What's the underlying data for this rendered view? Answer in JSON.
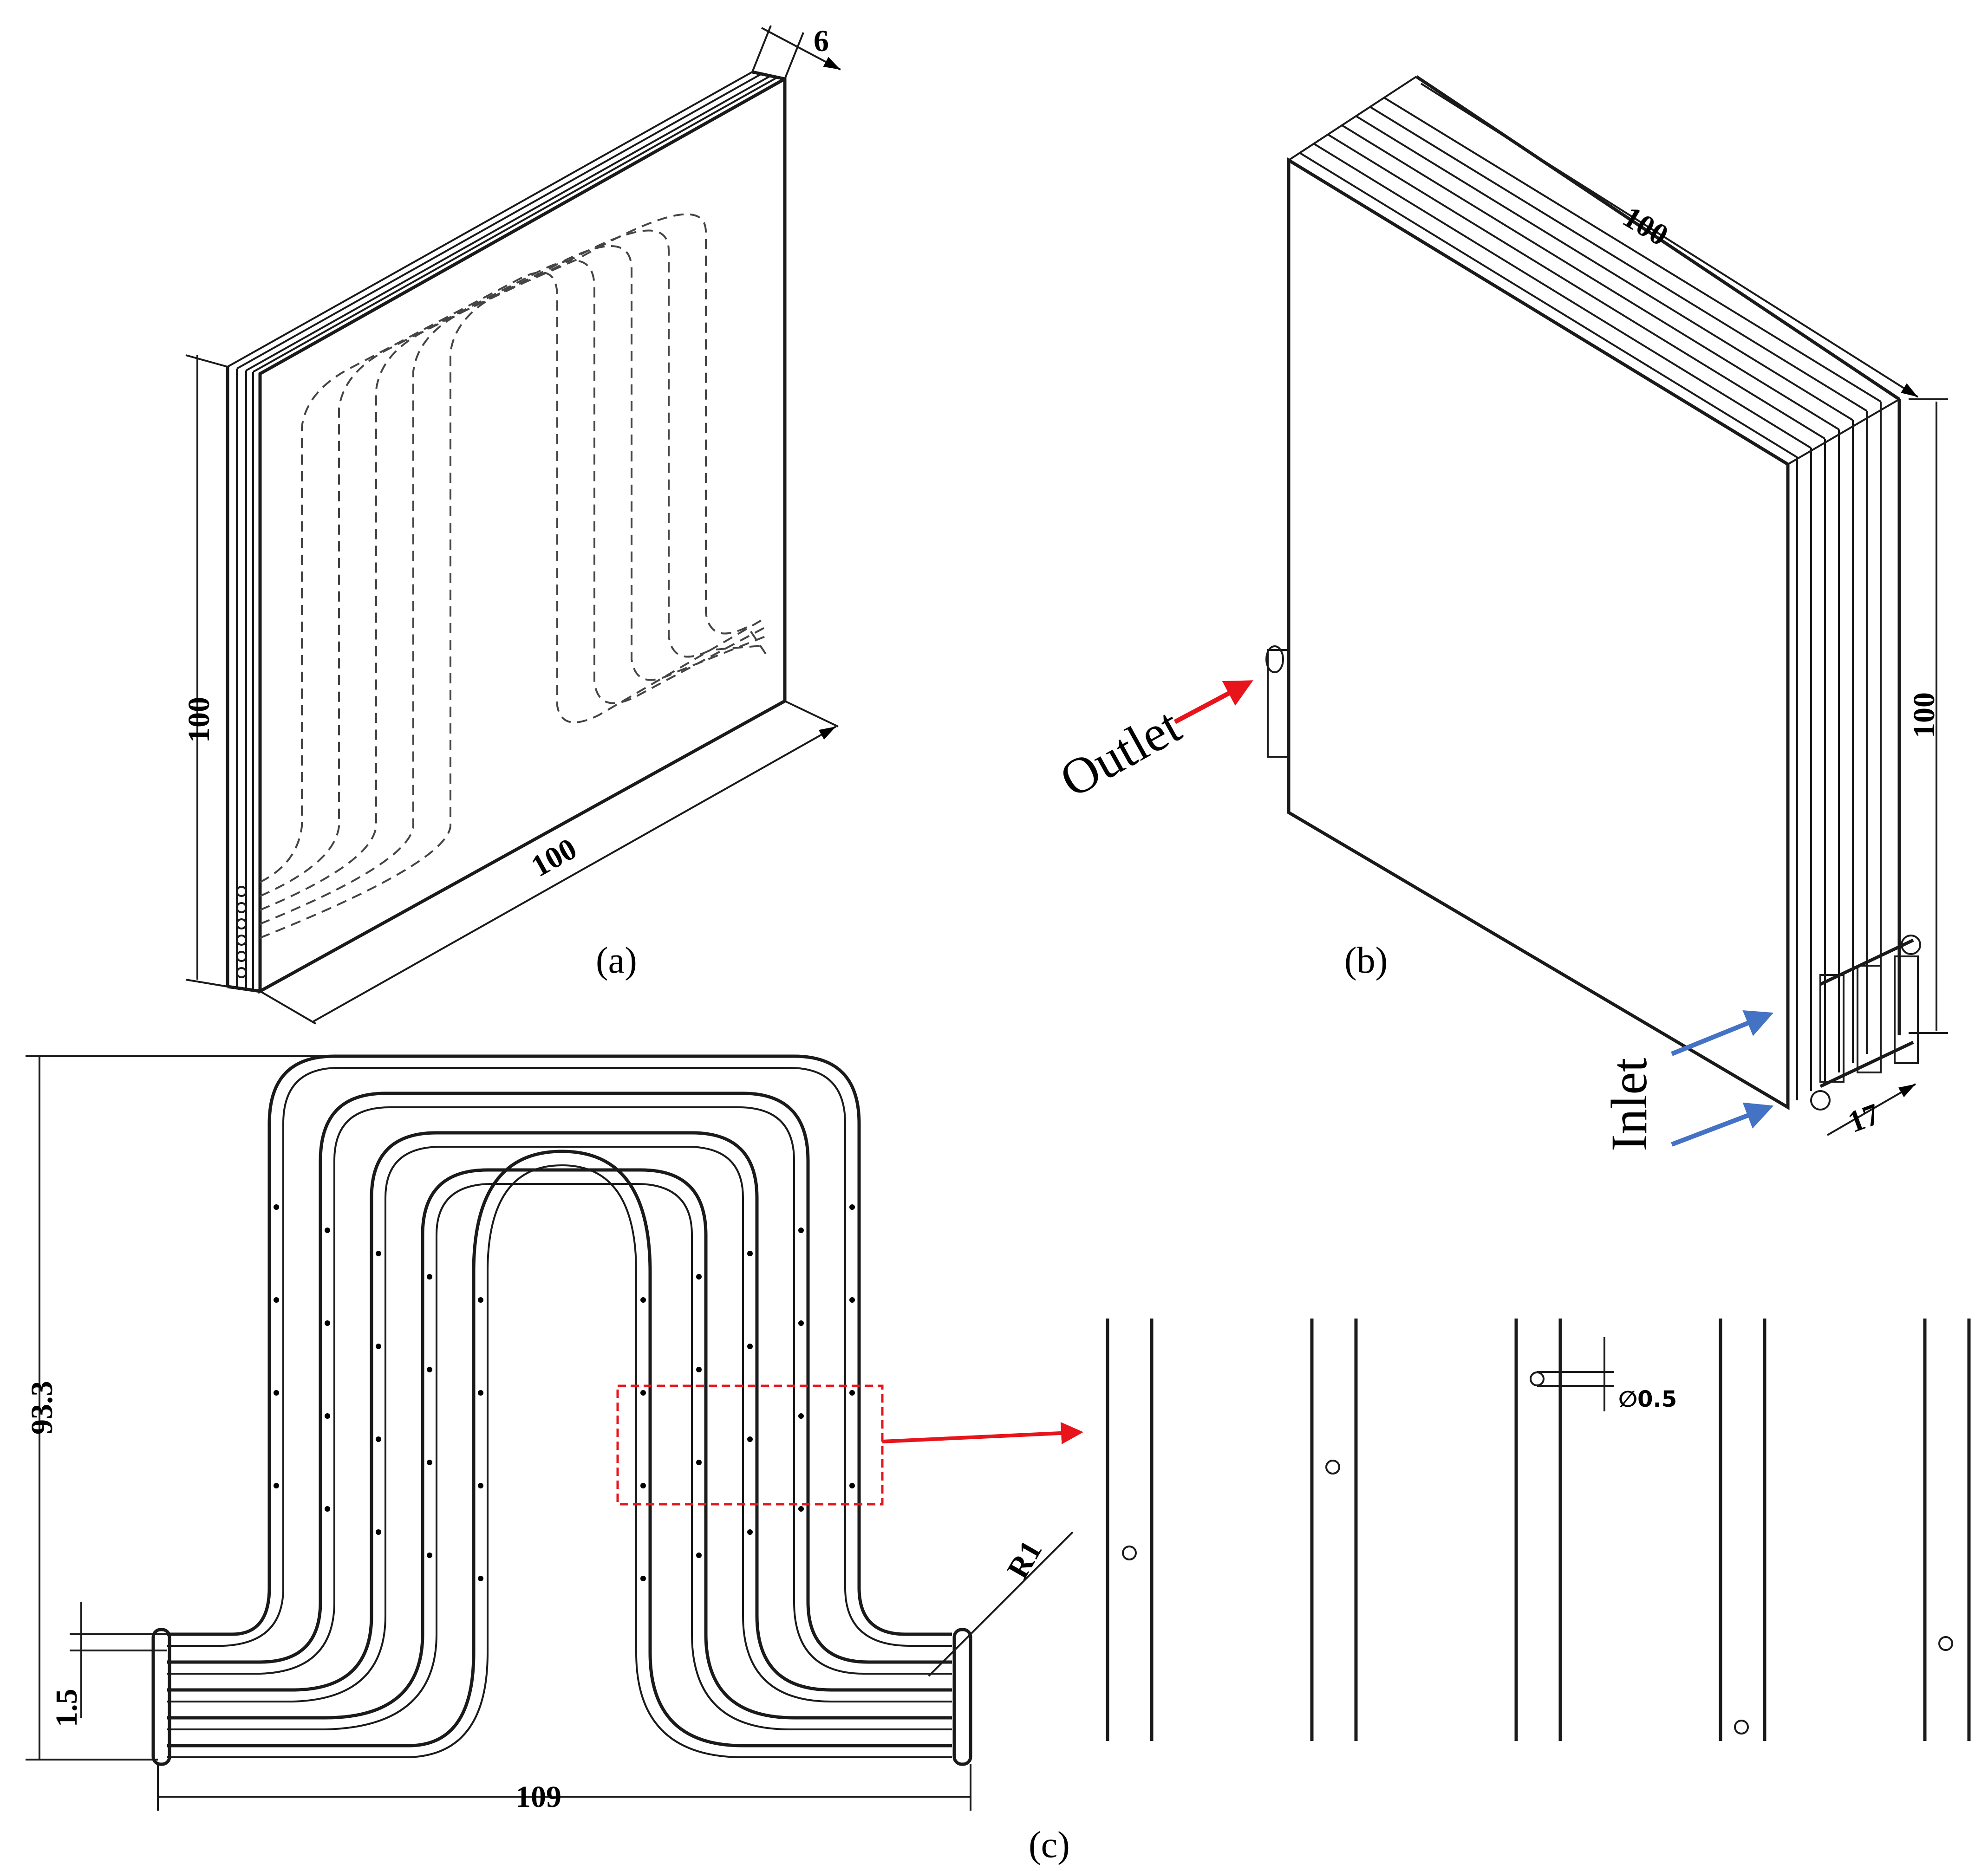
{
  "panels": {
    "a": {
      "caption": "(a)",
      "dim_thickness": "6",
      "dim_height": "100",
      "dim_width": "100"
    },
    "b": {
      "caption": "(b)",
      "dim_length": "100",
      "dim_height": "100",
      "dim_thickness": "17",
      "outlet_label": "Outlet",
      "inlet_label": "Inlet"
    },
    "c": {
      "caption": "(c)",
      "dim_height": "93.3",
      "dim_width": "109",
      "dim_pitch": "1.5",
      "dim_radius": "R1",
      "dim_hole": "∅0.5"
    }
  },
  "colors": {
    "outlet_arrow": "#e8141b",
    "inlet_arrow": "#4472c4",
    "detail_box": "#e8141b"
  }
}
